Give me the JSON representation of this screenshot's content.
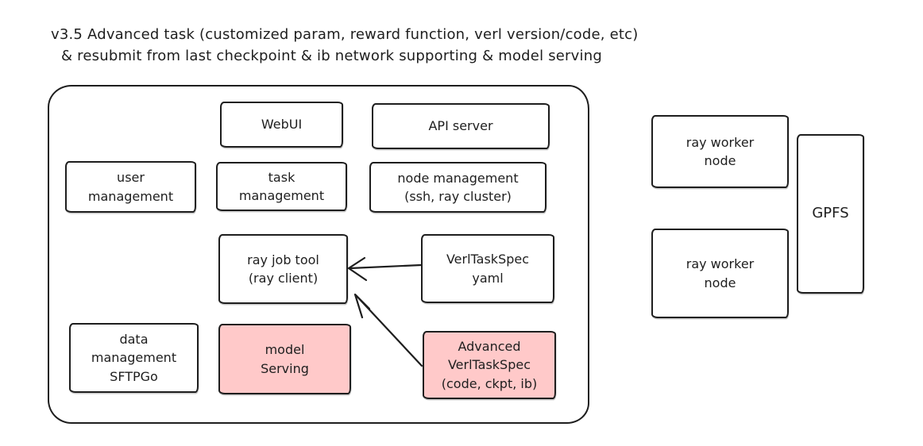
{
  "title": {
    "line1": "v3.5 Advanced task (customized param, reward function, verl version/code, etc)",
    "line2": "& resubmit from last checkpoint & ib network supporting & model serving"
  },
  "colors": {
    "stroke": "#1e1e1e",
    "highlight_fill": "#ffc9c9",
    "background": "#ffffff"
  },
  "platform": {
    "webui": "WebUI",
    "api_server": "API server",
    "user_management": "user\nmanagement",
    "task_management": "task\nmanagement",
    "node_management": "node management\n(ssh, ray cluster)",
    "ray_job_tool": "ray job tool\n(ray client)",
    "verl_task_spec_yaml": "VerlTaskSpec\nyaml",
    "data_management": "data\nmanagement\nSFTPGo",
    "model_serving": "model\nServing",
    "advanced_verl_task_spec": "Advanced\nVerlTaskSpec\n(code, ckpt, ib)"
  },
  "cluster": {
    "ray_worker_node_1": "ray worker\nnode",
    "ray_worker_node_2": "ray worker\nnode",
    "gpfs": "GPFS"
  },
  "arrows": [
    {
      "from": "verl_task_spec_yaml",
      "to": "ray_job_tool"
    },
    {
      "from": "advanced_verl_task_spec",
      "to": "ray_job_tool"
    }
  ]
}
